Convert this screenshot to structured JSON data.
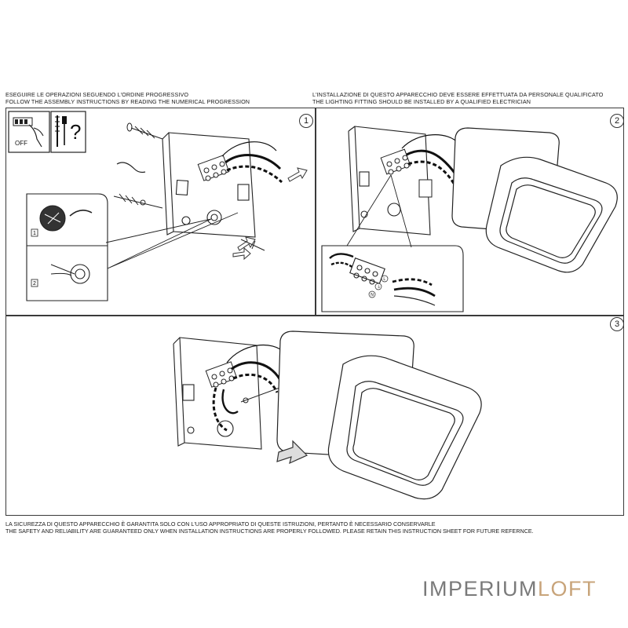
{
  "header": {
    "left_line1": "ESEGUIRE LE OPERAZIONI SEGUENDO L'ORDINE PROGRESSIVO",
    "left_line2": "FOLLOW THE ASSEMBLY INSTRUCTIONS BY READING THE NUMERICAL PROGRESSION",
    "right_line1": "L'INSTALLAZIONE DI QUESTO APPARECCHIO DEVE ESSERE EFFETTUATA DA PERSONALE QUALIFICATO",
    "right_line2": "THE LIGHTING FITTING SHOULD BE INSTALLED BY A QUALIFIED ELECTRICIAN"
  },
  "steps": {
    "one": "1",
    "two": "2",
    "three": "3"
  },
  "step1": {
    "off_label": "OFF",
    "question_mark": "?",
    "inset_label_1": "1",
    "inset_label_2": "2"
  },
  "step2": {
    "terminal_labels": [
      "L",
      "⏚",
      "N"
    ]
  },
  "footer": {
    "line1": "LA SICUREZZA DI QUESTO APPARECCHIO È GARANTITA SOLO CON L'USO APPROPRIATO DI QUESTE ISTRUZIONI, PERTANTO È NECESSARIO CONSERVARLE",
    "line2": "THE SAFETY AND RELIABILITY ARE GUARANTEED ONLY WHEN INSTALLATION INSTRUCTIONS ARE PROPERLY FOLLOWED. PLEASE RETAIN THIS INSTRUCTION SHEET FOR FUTURE REFERNCE."
  },
  "brand": {
    "part1": "IMPERIUM",
    "part2": "LOFT"
  }
}
